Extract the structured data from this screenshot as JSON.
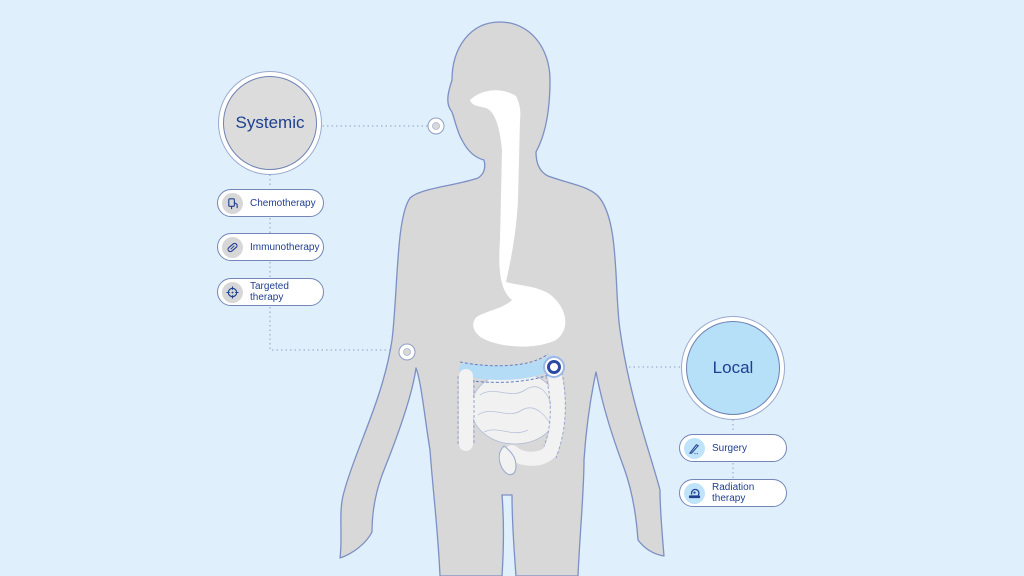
{
  "diagram": {
    "groups": [
      {
        "label": "Systemic",
        "items": [
          {
            "label": "Chemotherapy",
            "icon": "iv-bag-icon"
          },
          {
            "label": "Immunotherapy",
            "icon": "capsule-icon"
          },
          {
            "label": "Targeted therapy",
            "icon": "crosshair-icon"
          }
        ]
      },
      {
        "label": "Local",
        "items": [
          {
            "label": "Surgery",
            "icon": "scalpel-icon"
          },
          {
            "label": "Radiation therapy",
            "icon": "radiation-machine-icon"
          }
        ]
      }
    ]
  },
  "colors": {
    "background": "#dff0fc",
    "body": "#d8d8d8",
    "body_outline": "#7d8fc4",
    "text": "#1f3f8f",
    "colon": "#b5dcf6",
    "tumor_highlight": "#2c4aa3"
  }
}
